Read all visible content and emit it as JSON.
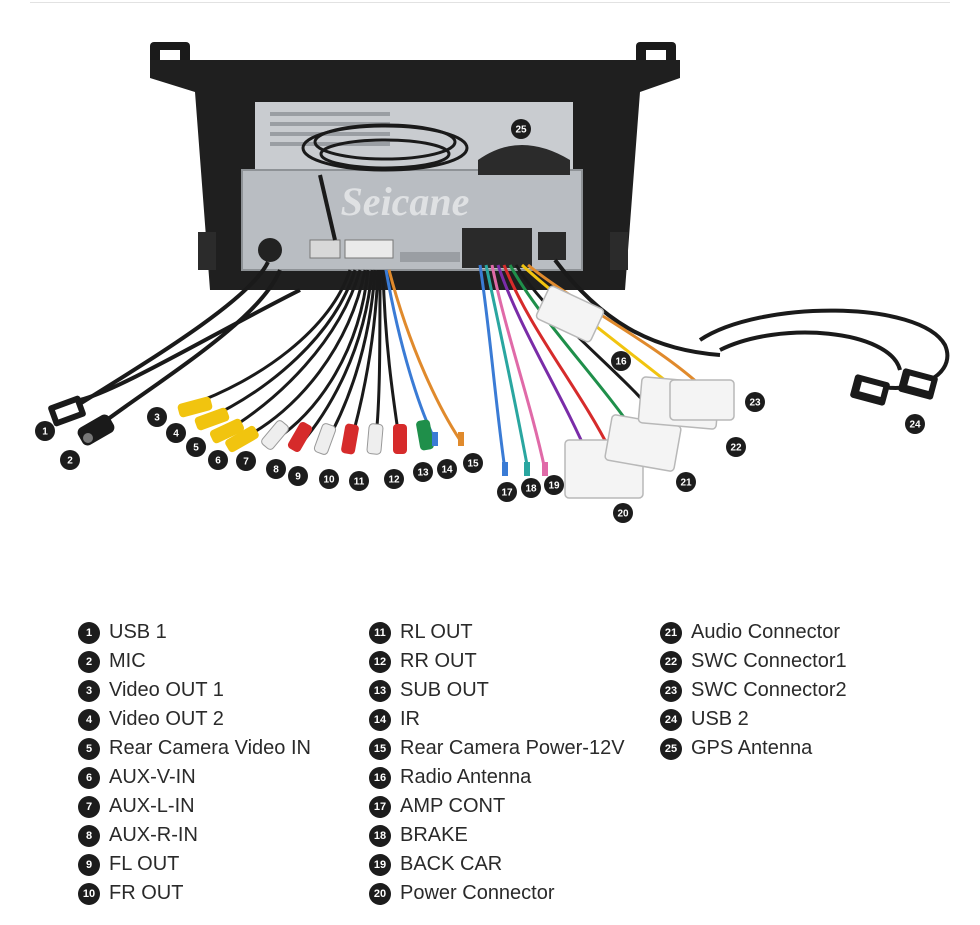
{
  "brand": {
    "watermark": "Seicane"
  },
  "legend": {
    "columns": [
      [
        {
          "num": "1",
          "label": "USB 1"
        },
        {
          "num": "2",
          "label": "MIC"
        },
        {
          "num": "3",
          "label": "Video OUT 1"
        },
        {
          "num": "4",
          "label": "Video OUT 2"
        },
        {
          "num": "5",
          "label": "Rear Camera Video IN"
        },
        {
          "num": "6",
          "label": "AUX-V-IN"
        },
        {
          "num": "7",
          "label": "AUX-L-IN"
        },
        {
          "num": "8",
          "label": "AUX-R-IN"
        },
        {
          "num": "9",
          "label": "FL OUT"
        },
        {
          "num": "10",
          "label": "FR OUT"
        }
      ],
      [
        {
          "num": "11",
          "label": "RL OUT"
        },
        {
          "num": "12",
          "label": "RR OUT"
        },
        {
          "num": "13",
          "label": "SUB OUT"
        },
        {
          "num": "14",
          "label": "IR"
        },
        {
          "num": "15",
          "label": "Rear Camera Power-12V"
        },
        {
          "num": "16",
          "label": "Radio Antenna"
        },
        {
          "num": "17",
          "label": "AMP CONT"
        },
        {
          "num": "18",
          "label": "BRAKE"
        },
        {
          "num": "19",
          "label": "BACK CAR"
        },
        {
          "num": "20",
          "label": "Power Connector"
        }
      ],
      [
        {
          "num": "21",
          "label": "Audio Connector"
        },
        {
          "num": "22",
          "label": "SWC Connector1"
        },
        {
          "num": "23",
          "label": "SWC Connector2"
        },
        {
          "num": "24",
          "label": "USB 2"
        },
        {
          "num": "25",
          "label": "GPS Antenna"
        }
      ]
    ]
  },
  "callouts": [
    "1",
    "2",
    "3",
    "4",
    "5",
    "6",
    "7",
    "8",
    "9",
    "10",
    "11",
    "12",
    "13",
    "14",
    "15",
    "16",
    "17",
    "18",
    "19",
    "20",
    "21",
    "22",
    "23",
    "24",
    "25"
  ]
}
